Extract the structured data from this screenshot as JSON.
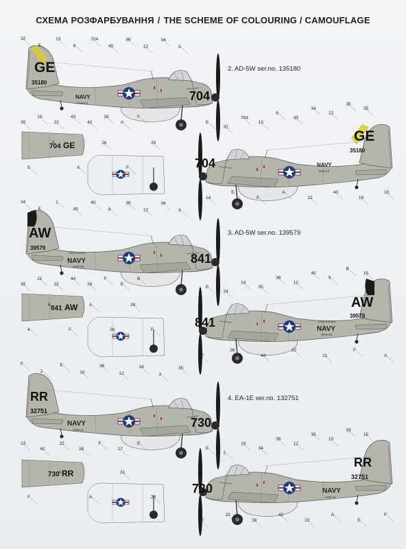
{
  "header": {
    "title_ua": "СХЕМА РОЗФАРБУВАННЯ",
    "title_sep": "/",
    "title_en": "THE SCHEME OF COLOURING / CAMOUFLAGE"
  },
  "variants": [
    {
      "caption": "2. AD-5W ser.no. 135180",
      "nose_code": "704",
      "tail_code": "GE",
      "serial": "35180",
      "service": "NAVY",
      "unit": "VAW-12",
      "wing_code": "704",
      "wing_tail_code": "GE"
    },
    {
      "caption": "3. AD-5W ser.no. 139579",
      "nose_code": "841",
      "tail_code": "AW",
      "serial": "39579",
      "service": "NAVY",
      "unit": "VAW-33",
      "ship": "USS ESSEX",
      "wing_code": "841",
      "wing_tail_code": "AW"
    },
    {
      "caption": "4. EA-1E ser.no. 132751",
      "nose_code": "730",
      "tail_code": "RR",
      "serial": "32751",
      "service": "NAVY",
      "unit": "VAW-11",
      "wing_code": "730",
      "wing_tail_code": "RR"
    }
  ],
  "callouts": {
    "v1_left": [
      "32",
      "E",
      "13",
      "8",
      "704",
      "45",
      "36",
      "12",
      "34",
      "3",
      "35",
      "19",
      "22",
      "43",
      "42",
      "26",
      "A",
      "F"
    ],
    "v1_right": [
      "E",
      "32",
      "704",
      "13",
      "8",
      "45",
      "34",
      "12",
      "36",
      "35",
      "14",
      "E",
      "F",
      "A",
      "22",
      "43",
      "19",
      "15"
    ],
    "v1_wing": [
      "5",
      "F",
      "A",
      "26",
      "F",
      "25"
    ],
    "v2_left": [
      "24",
      "E",
      "1",
      "45",
      "40",
      "9",
      "36",
      "12",
      "34",
      "3",
      "35",
      "21",
      "22",
      "44",
      "26",
      "F",
      "E",
      "B"
    ],
    "v2_right": [
      "E",
      "24",
      "14",
      "35",
      "36",
      "12",
      "40",
      "9",
      "B",
      "15",
      "27",
      "26",
      "44",
      "22",
      "21",
      "F",
      "A"
    ],
    "v2_wing": [
      "4",
      "6",
      "F",
      "A",
      "26",
      "26",
      "F"
    ],
    "v3_left": [
      "F",
      "2",
      "E",
      "33",
      "36",
      "12",
      "34",
      "3",
      "35",
      "23",
      "42",
      "22",
      "26",
      "F",
      "17",
      "E"
    ],
    "v3_right": [
      "E",
      "2",
      "15",
      "34",
      "36",
      "12",
      "35",
      "10",
      "33",
      "15",
      "17",
      "23",
      "26",
      "42",
      "22",
      "A",
      "E",
      "F"
    ],
    "v3_wing": [
      "F",
      "A",
      "A",
      "31",
      "26"
    ]
  },
  "colors": {
    "aircraft_gray": "#b6b5ab",
    "antiglare_black": "#1a1a1a",
    "insignia_blue": "#1f3b78",
    "insignia_red": "#c22a2a",
    "radome_white": "#e4e6e8",
    "tail_yellow": "#d8c93a"
  }
}
